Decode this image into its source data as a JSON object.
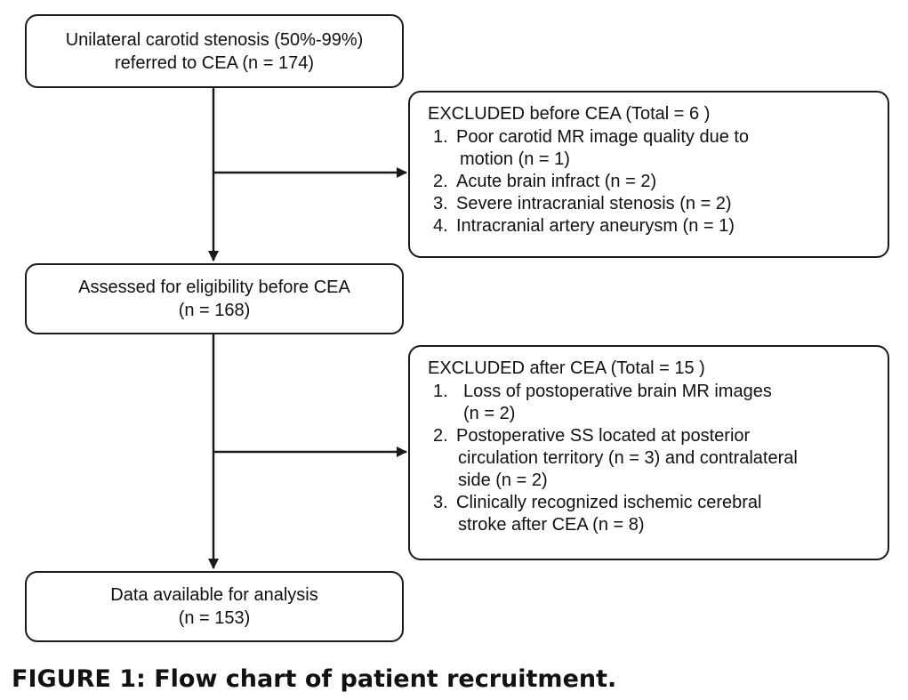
{
  "boxes": {
    "start": {
      "line1": "Unilateral carotid stenosis (50%-99%)",
      "line2": "referred to CEA (n = 174)"
    },
    "assessed": {
      "line1": "Assessed for eligibility before CEA",
      "line2": "(n = 168)"
    },
    "final": {
      "line1": "Data available for analysis",
      "line2": "(n = 153)"
    }
  },
  "excluded_before": {
    "title": "EXCLUDED before CEA (Total = 6 )",
    "items": [
      {
        "num": "1.",
        "line1": "Poor carotid MR image quality due to",
        "line2": "motion (n = 1)"
      },
      {
        "num": "2.",
        "line1": "Acute brain infract (n = 2)"
      },
      {
        "num": "3.",
        "line1": "Severe intracranial stenosis (n = 2)"
      },
      {
        "num": "4.",
        "line1": "Intracranial artery aneurysm (n = 1)"
      }
    ]
  },
  "excluded_after": {
    "title": "EXCLUDED after CEA (Total = 15 )",
    "items": [
      {
        "num": "1.",
        "line1": "Loss of postoperative brain MR images",
        "line2": "(n = 2)"
      },
      {
        "num": "2.",
        "line1": "Postoperative SS located at posterior",
        "line2": "circulation territory (n = 3) and contralateral",
        "line3": "side (n = 2)"
      },
      {
        "num": "3.",
        "line1": "Clinically recognized ischemic cerebral",
        "line2": "stroke after CEA (n = 8)"
      }
    ]
  },
  "caption": "FIGURE 1: Flow chart of patient recruitment.",
  "colors": {
    "line": "#1a1a1a",
    "text": "#111111",
    "background": "#ffffff"
  }
}
